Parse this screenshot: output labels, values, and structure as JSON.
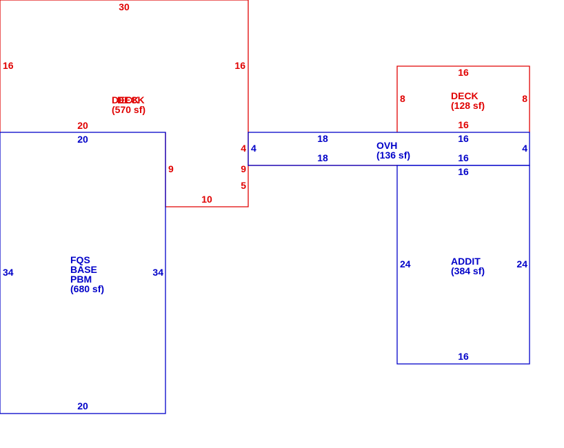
{
  "colors": {
    "deck": "#e00000",
    "structure": "#0000c8",
    "background": "#ffffff"
  },
  "areas": {
    "deck_main": {
      "name": "DECK",
      "name_overprint": "DECK",
      "area": "(570 sf)"
    },
    "deck_small": {
      "name": "DECK",
      "area": "(128 sf)"
    },
    "ovh": {
      "name": "OVH",
      "area": "(136 sf)"
    },
    "fqs": {
      "line1": "FQS",
      "line2": "BASE",
      "line3": "PBM",
      "area": "(680 sf)"
    },
    "addit": {
      "name": "ADDIT",
      "area": "(384 sf)"
    }
  },
  "dims": {
    "deck_main": {
      "top": "30",
      "left": "16",
      "right": "16",
      "bottom": "20",
      "right_lower_a": "4",
      "right_lower_b": "9",
      "right_lower_c": "5",
      "inner_left": "9",
      "step_bottom": "10"
    },
    "deck_small": {
      "top": "16",
      "left": "8",
      "right": "8",
      "bottom": "16"
    },
    "ovh": {
      "left": "4",
      "right": "4",
      "top_left": "18",
      "bottom_left": "18",
      "top_right": "16",
      "bottom_right": "16"
    },
    "fqs": {
      "top": "20",
      "left": "34",
      "right": "34",
      "bottom": "20"
    },
    "addit": {
      "top": "16",
      "left": "24",
      "right": "24",
      "bottom": "16"
    }
  }
}
